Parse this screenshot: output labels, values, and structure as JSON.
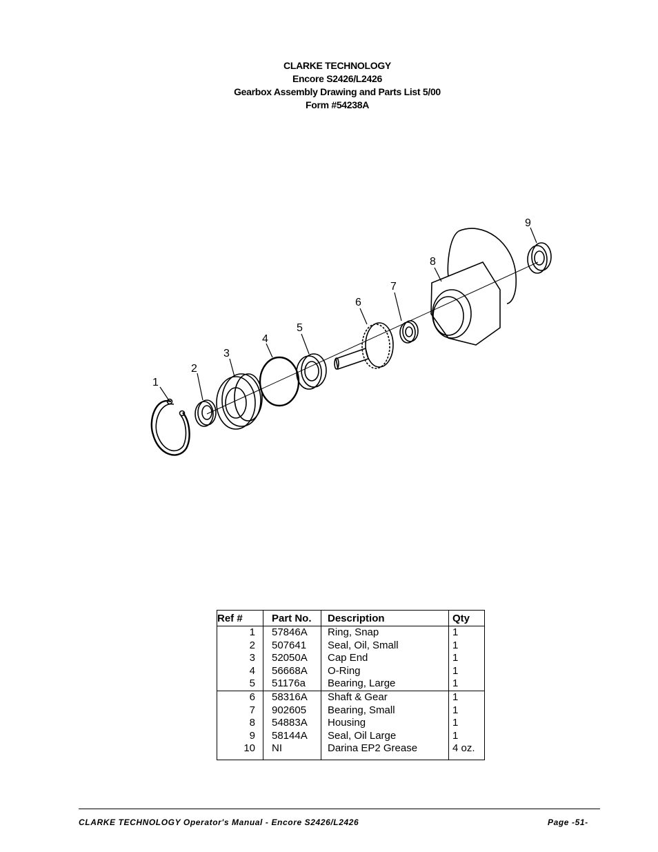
{
  "header": {
    "line1": "CLARKE TECHNOLOGY",
    "line2": "Encore S2426/L2426",
    "line3": "Gearbox Assembly Drawing and Parts List  5/00",
    "line4": "Form #54238A"
  },
  "drawing": {
    "callouts": [
      "1",
      "2",
      "3",
      "4",
      "5",
      "6",
      "7",
      "8",
      "9"
    ]
  },
  "parts_table": {
    "headers": {
      "ref": "Ref #",
      "part": "Part No.",
      "desc": "Description",
      "qty": "Qty"
    },
    "rows": [
      {
        "ref": "1",
        "part": "57846A",
        "desc": "Ring, Snap",
        "qty": "1"
      },
      {
        "ref": "2",
        "part": "507641",
        "desc": "Seal, Oil, Small",
        "qty": "1"
      },
      {
        "ref": "3",
        "part": "52050A",
        "desc": "Cap End",
        "qty": "1"
      },
      {
        "ref": "4",
        "part": "56668A",
        "desc": "O-Ring",
        "qty": "1"
      },
      {
        "ref": "5",
        "part": "51176a",
        "desc": "Bearing, Large",
        "qty": "1"
      },
      {
        "ref": "6",
        "part": "58316A",
        "desc": "Shaft & Gear",
        "qty": "1"
      },
      {
        "ref": "7",
        "part": "902605",
        "desc": "Bearing, Small",
        "qty": "1"
      },
      {
        "ref": "8",
        "part": "54883A",
        "desc": "Housing",
        "qty": "1"
      },
      {
        "ref": "9",
        "part": "58144A",
        "desc": "Seal, Oil Large",
        "qty": "1"
      },
      {
        "ref": "10",
        "part": "NI",
        "desc": "Darina EP2 Grease",
        "qty": "4 oz."
      }
    ]
  },
  "footer": {
    "left": "CLARKE  TECHNOLOGY  Operator's  Manual  -  Encore  S2426/L2426",
    "right": "Page   -51-"
  }
}
